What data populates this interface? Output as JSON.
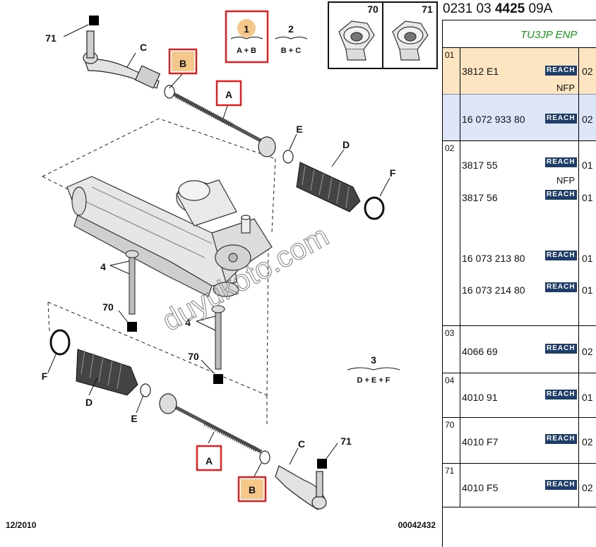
{
  "diagram": {
    "date": "12/2010",
    "drawing_number": "00042432",
    "watermark": "duyukoto.com",
    "labels": {
      "A": "A",
      "B": "B",
      "C": "C",
      "D": "D",
      "E": "E",
      "F": "F",
      "n4": "4",
      "n70": "70",
      "n71": "71"
    },
    "formulas": [
      {
        "number": "1",
        "text": "A + B"
      },
      {
        "number": "2",
        "text": "B + C"
      },
      {
        "number": "3",
        "text": "D + E + F"
      }
    ],
    "nut_boxes": [
      "70",
      "71"
    ]
  },
  "panel": {
    "ref_prefix": "0231 03 ",
    "ref_bold": "4425",
    "ref_suffix": " 09A",
    "engine": "TU3JP ENP",
    "reach_label": "REACH",
    "groups": [
      {
        "no": "01",
        "items": [
          {
            "part": "3812 E1",
            "qty": "02",
            "nfp": "NFP"
          },
          {
            "part": "16 072 933 80",
            "qty": "02"
          }
        ]
      },
      {
        "no": "02",
        "items": [
          {
            "part": "3817 55",
            "qty": "01",
            "nfp": "NFP"
          },
          {
            "part": "3817 56",
            "qty": "01"
          },
          {
            "part": "16 073 213 80",
            "qty": "01"
          },
          {
            "part": "16 073 214 80",
            "qty": "01"
          }
        ]
      },
      {
        "no": "03",
        "items": [
          {
            "part": "4066 69",
            "qty": "02"
          }
        ]
      },
      {
        "no": "04",
        "items": [
          {
            "part": "4010 91",
            "qty": "01"
          }
        ]
      },
      {
        "no": "70",
        "items": [
          {
            "part": "4010 F7",
            "qty": "02"
          }
        ]
      },
      {
        "no": "71",
        "items": [
          {
            "part": "4010 F5",
            "qty": "02"
          }
        ]
      }
    ]
  }
}
